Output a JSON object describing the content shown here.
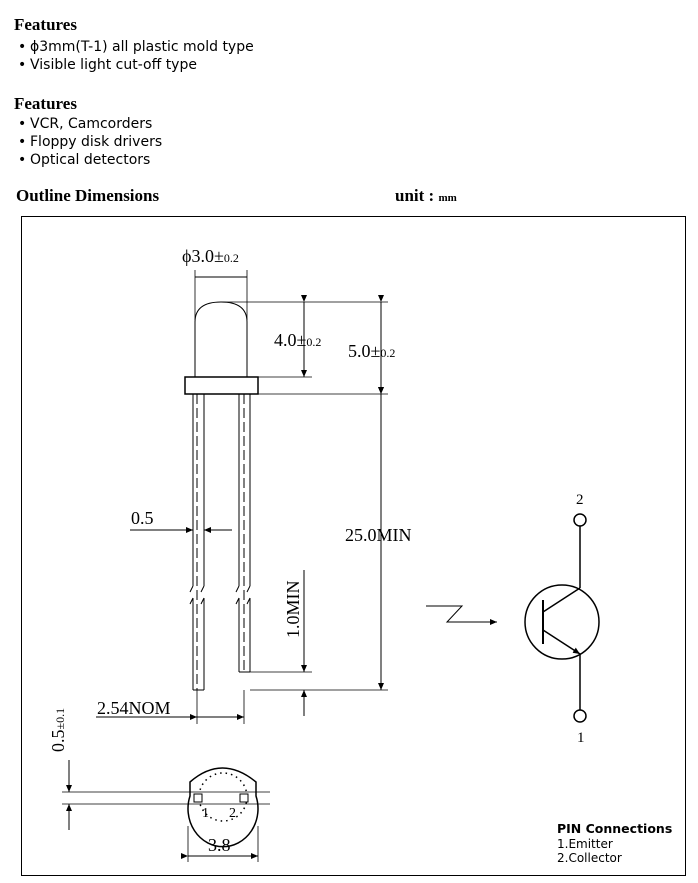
{
  "features_1": {
    "heading": "Features",
    "items": [
      {
        "symbol": "ϕ",
        "text": "3mm(T-1)  all plastic mold type"
      },
      {
        "symbol": "",
        "text": "Visible light cut-off type"
      }
    ]
  },
  "features_2": {
    "heading": "Features",
    "items": [
      "VCR, Camcorders",
      "Floppy disk drivers",
      "Optical detectors"
    ]
  },
  "outline": {
    "heading": "Outline Dimensions",
    "unit_label": "unit :",
    "unit_value": "mm"
  },
  "dimensions": {
    "diameter_symbol": "ϕ",
    "diameter": "3.0",
    "diameter_tol": "±",
    "diameter_tol_val": "0.2",
    "dome_height": "4.0",
    "dome_tol": "±",
    "dome_tol_val": "0.2",
    "body_height": "5.0",
    "body_tol": "±",
    "body_tol_val": "0.2",
    "lead_width": "0.5",
    "lead_length": "25.0MIN",
    "lead_tip": "1.0MIN",
    "pitch": "2.54NOM",
    "flange": "0.5",
    "flange_tol": "±0.1",
    "bottom_width": "3.8",
    "pin1": "1",
    "pin2": "2"
  },
  "symbol": {
    "pin_top": "2",
    "pin_bottom": "1"
  },
  "pins": {
    "title": "PIN Connections",
    "items": [
      {
        "num": "1.",
        "name": "Emitter"
      },
      {
        "num": "2.",
        "name": "Collector"
      }
    ]
  }
}
